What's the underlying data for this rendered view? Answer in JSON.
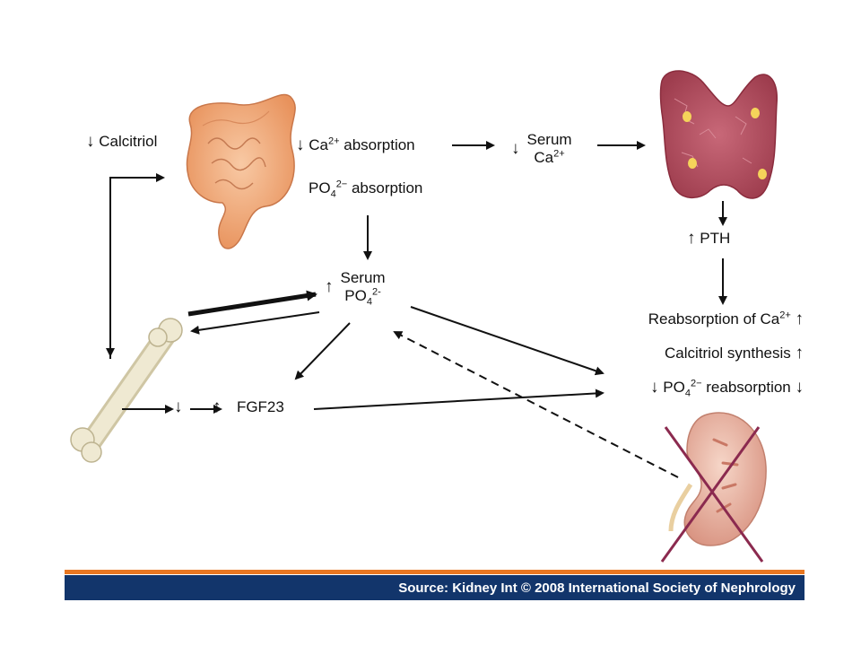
{
  "labels": {
    "calcitriol": "Calcitriol",
    "ca_absorption": "absorption",
    "po4_absorption": "absorption",
    "serum_ca_1": "Serum",
    "serum_ca_2": "Ca",
    "pth": "PTH",
    "serum_po4_1": "Serum",
    "serum_po4_2": "PO",
    "fgf23": "FGF23",
    "reabs_ca": "Reabsorption of Ca",
    "calcitriol_synth": "Calcitriol synthesis",
    "po4_reabs": "reabsorption",
    "ca_symbol": "Ca",
    "po_symbol": "PO",
    "two_plus": "2+",
    "two_minus": "2−",
    "two_minus_b": "2-",
    "sub_4": "4"
  },
  "arrows": {
    "down": "↓",
    "up": "↑"
  },
  "footer": {
    "source": "Source: Kidney Int © 2008 International Society of Nephrology"
  },
  "colors": {
    "footer_bg": "#12356b",
    "footer_accent": "#e87722",
    "intestine": "#f0a878",
    "parathyroid": "#b85565",
    "bone": "#ede6cc",
    "kidney": "#e8b0a2",
    "cross": "#8b2a4f"
  },
  "icons": [
    "intestine-icon",
    "parathyroid-gland-icon",
    "bone-icon",
    "kidney-icon",
    "cross-out-icon"
  ]
}
